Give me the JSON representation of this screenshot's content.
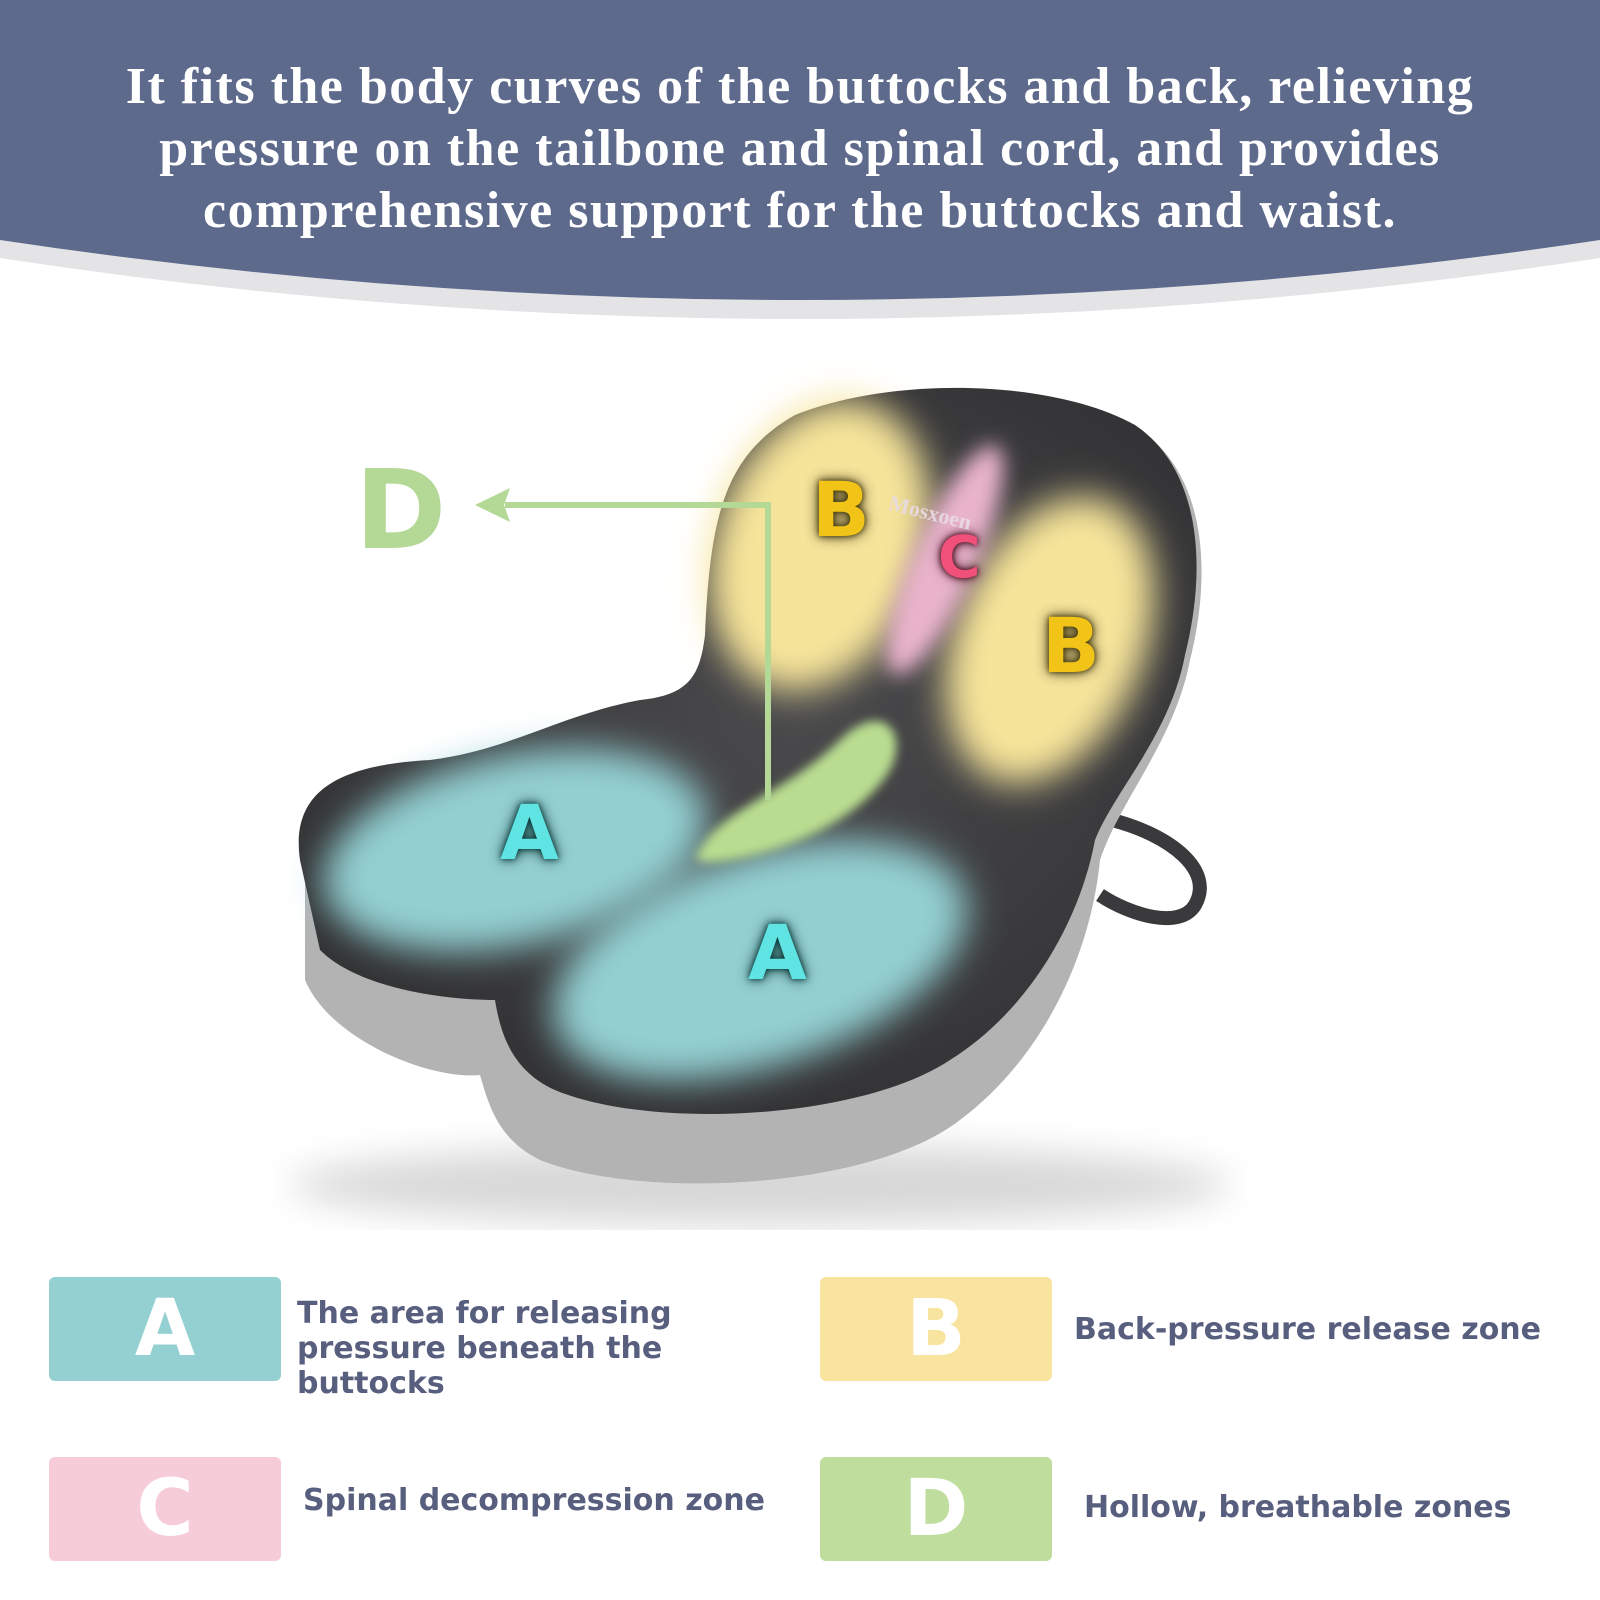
{
  "banner": {
    "headline": "It fits the body curves of the buttocks and back, relieving pressure on the tailbone and spinal cord, and provides comprehensive support for the buttocks and waist.",
    "color": "#5e6a8c"
  },
  "product": {
    "brand": "Mosxoen",
    "markers": {
      "a1": "A",
      "a2": "A",
      "b1": "B",
      "b2": "B",
      "c": "C",
      "d": "D"
    }
  },
  "legend": [
    {
      "letter": "A",
      "text": "The area for releasing pressure beneath the buttocks",
      "color": "#94d0d2"
    },
    {
      "letter": "B",
      "text": "Back-pressure release zone",
      "color": "#f8e49e"
    },
    {
      "letter": "C",
      "text": "Spinal decompression zone",
      "color": "#f6ccd8"
    },
    {
      "letter": "D",
      "text": "Hollow, breathable zones",
      "color": "#bfde9e"
    }
  ]
}
